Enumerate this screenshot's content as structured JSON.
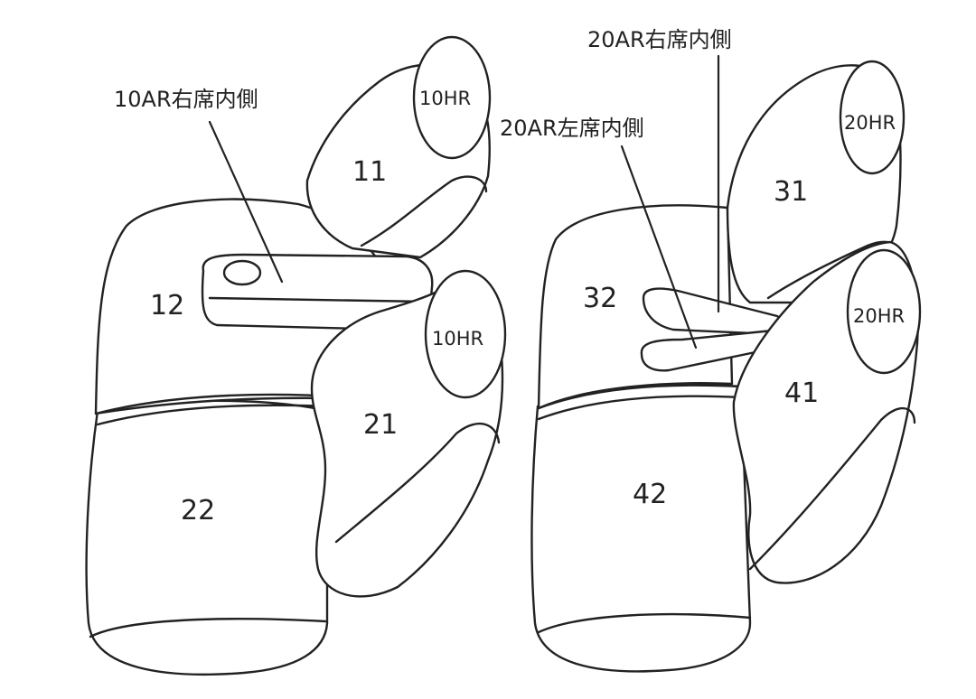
{
  "callouts": {
    "armrest_10ar_right": "10AR右席内側",
    "armrest_20ar_right": "20AR右席内側",
    "armrest_20ar_left": "20AR左席内側"
  },
  "parts": {
    "p11": "11",
    "p12": "12",
    "p21": "21",
    "p22": "22",
    "p31": "31",
    "p32": "32",
    "p41": "41",
    "p42": "42"
  },
  "headrests": {
    "hr10_upper": "10HR",
    "hr10_lower": "10HR",
    "hr20_upper": "20HR",
    "hr20_lower": "20HR"
  },
  "colors": {
    "line": "#222222",
    "fill": "#ffffff"
  }
}
